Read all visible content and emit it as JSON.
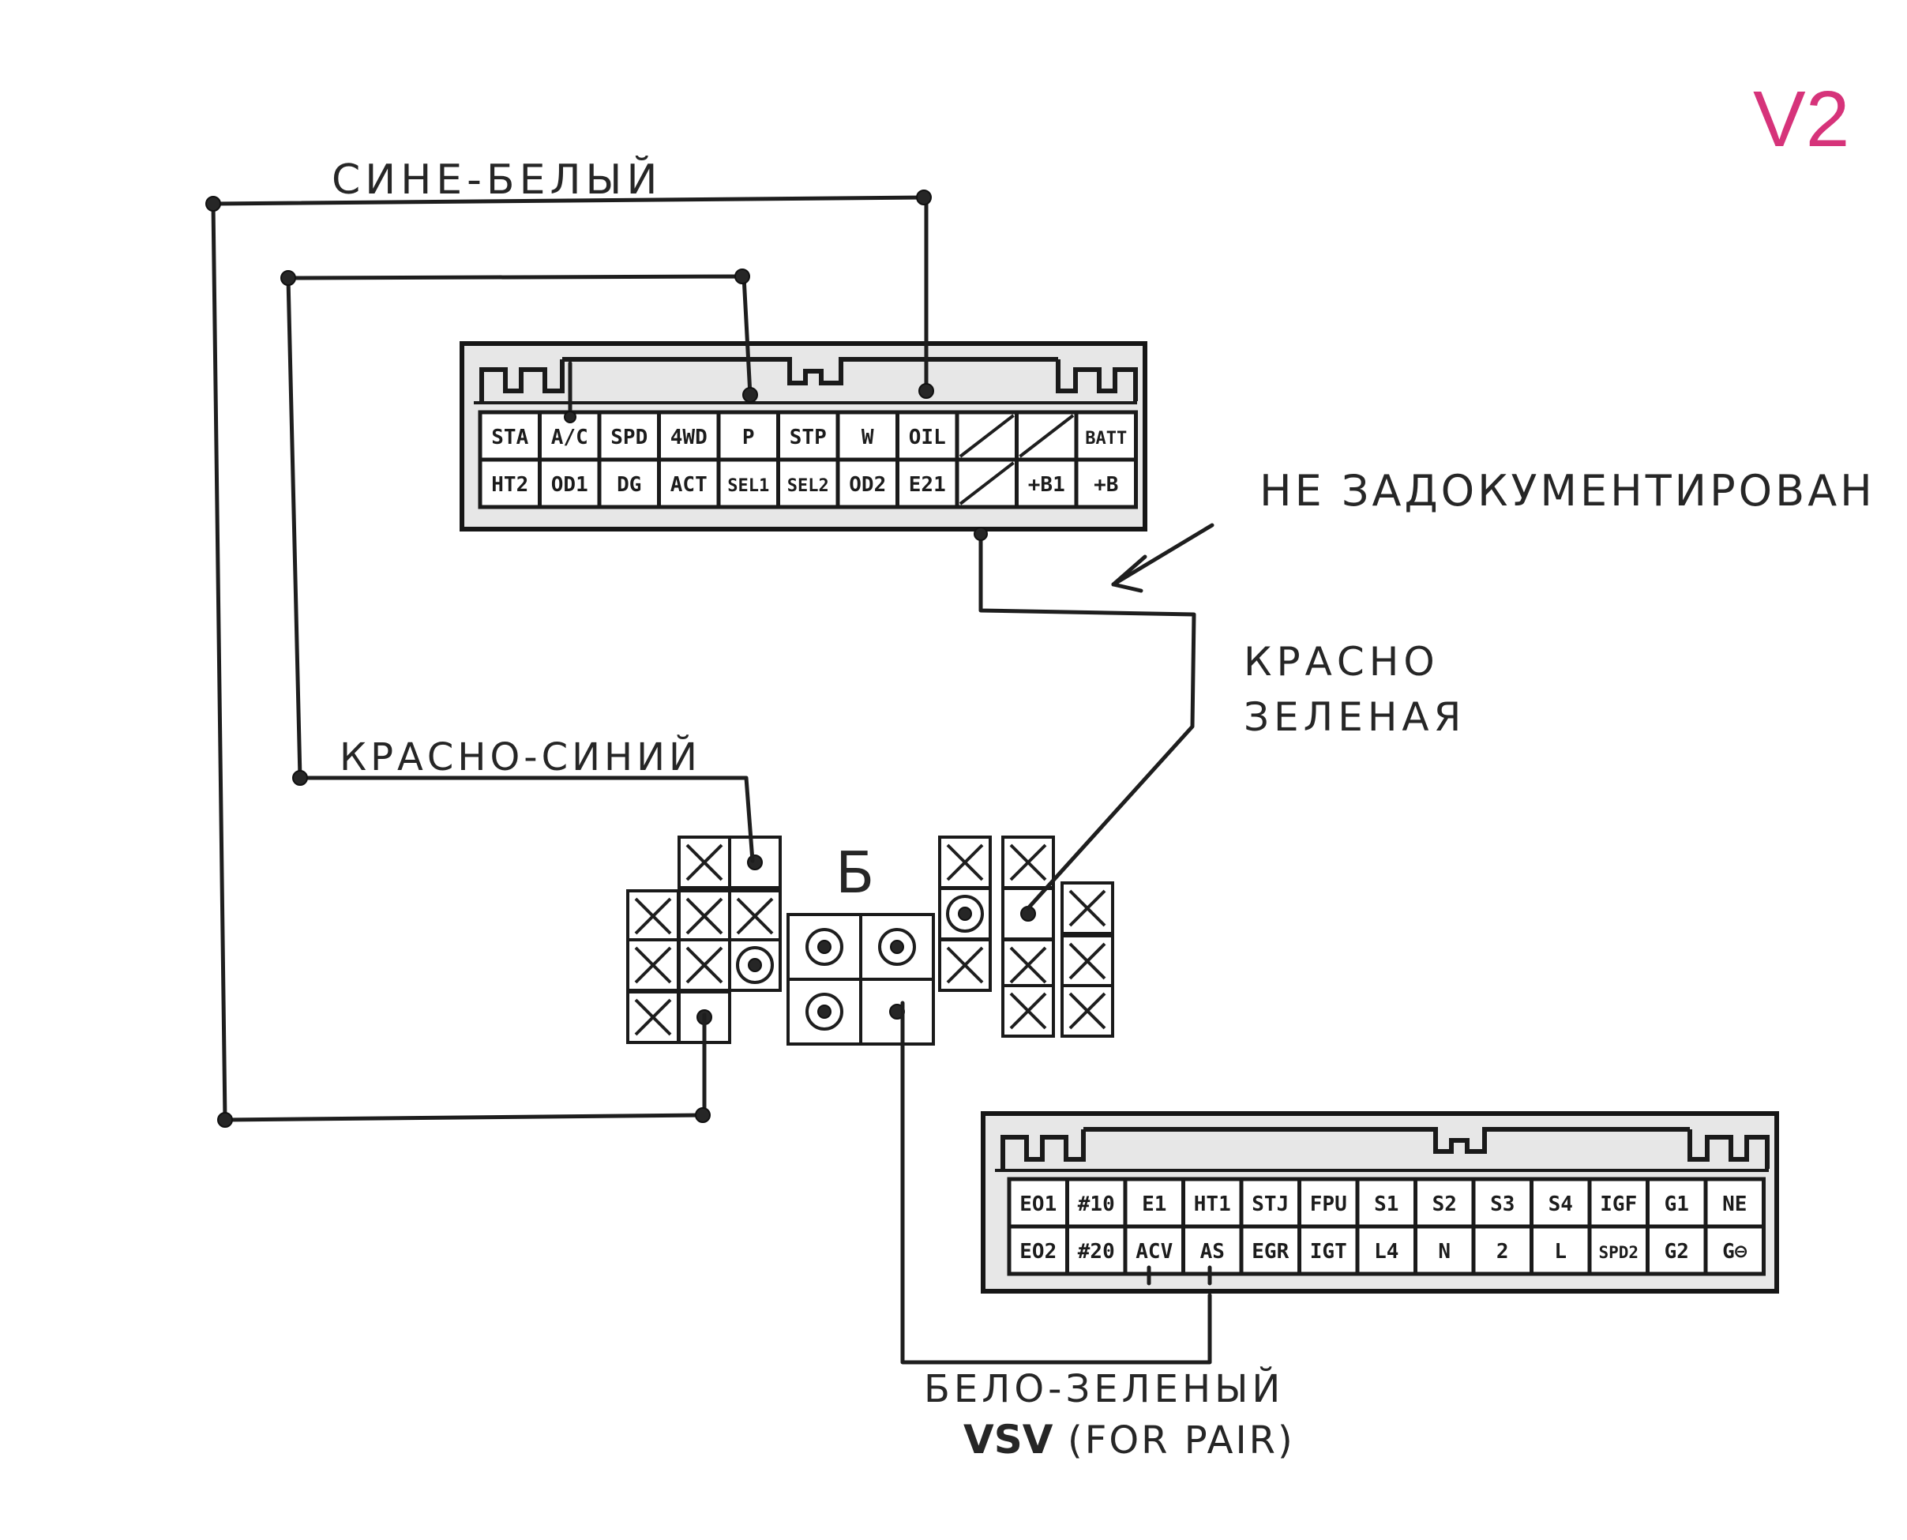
{
  "version_label": "V2",
  "colors": {
    "version_label": "#d6337a",
    "ink": "#1e1e1e",
    "connector_fill": "#e7e7e7"
  },
  "connector_top": {
    "row1": [
      "STA",
      "A/C",
      "SPD",
      "4WD",
      "P",
      "STP",
      "W",
      "OIL",
      "",
      "",
      "BATT"
    ],
    "row2": [
      "HT2",
      "OD1",
      "DG",
      "ACT",
      "SEL1",
      "SEL2",
      "OD2",
      "E21",
      "",
      "+B1",
      "+B"
    ]
  },
  "connector_bottom": {
    "row1": [
      "EO1",
      "#10",
      "E1",
      "HT1",
      "STJ",
      "FPU",
      "S1",
      "S2",
      "S3",
      "S4",
      "IGF",
      "G1",
      "NE"
    ],
    "row2": [
      "EO2",
      "#20",
      "ACV",
      "AS",
      "EGR",
      "IGT",
      "L4",
      "N",
      "2",
      "L",
      "SPD2",
      "G2",
      "G⊖"
    ]
  },
  "block_label": "Б",
  "labels": {
    "wire_blue_white": "СИНЕ-БЕЛЫЙ",
    "wire_red_blue": "КРАСНО-СИНИЙ",
    "undocumented": "НЕ ЗАДОКУМЕНТИРОВАН",
    "wire_red_green_line1": "КРАСНО",
    "wire_red_green_line2": "ЗЕЛЕНАЯ",
    "wire_white_green": "БЕЛО-ЗЕЛЕНЫЙ",
    "vsv_bold": "VSV",
    "vsv_note": "(FOR PAIR)"
  }
}
